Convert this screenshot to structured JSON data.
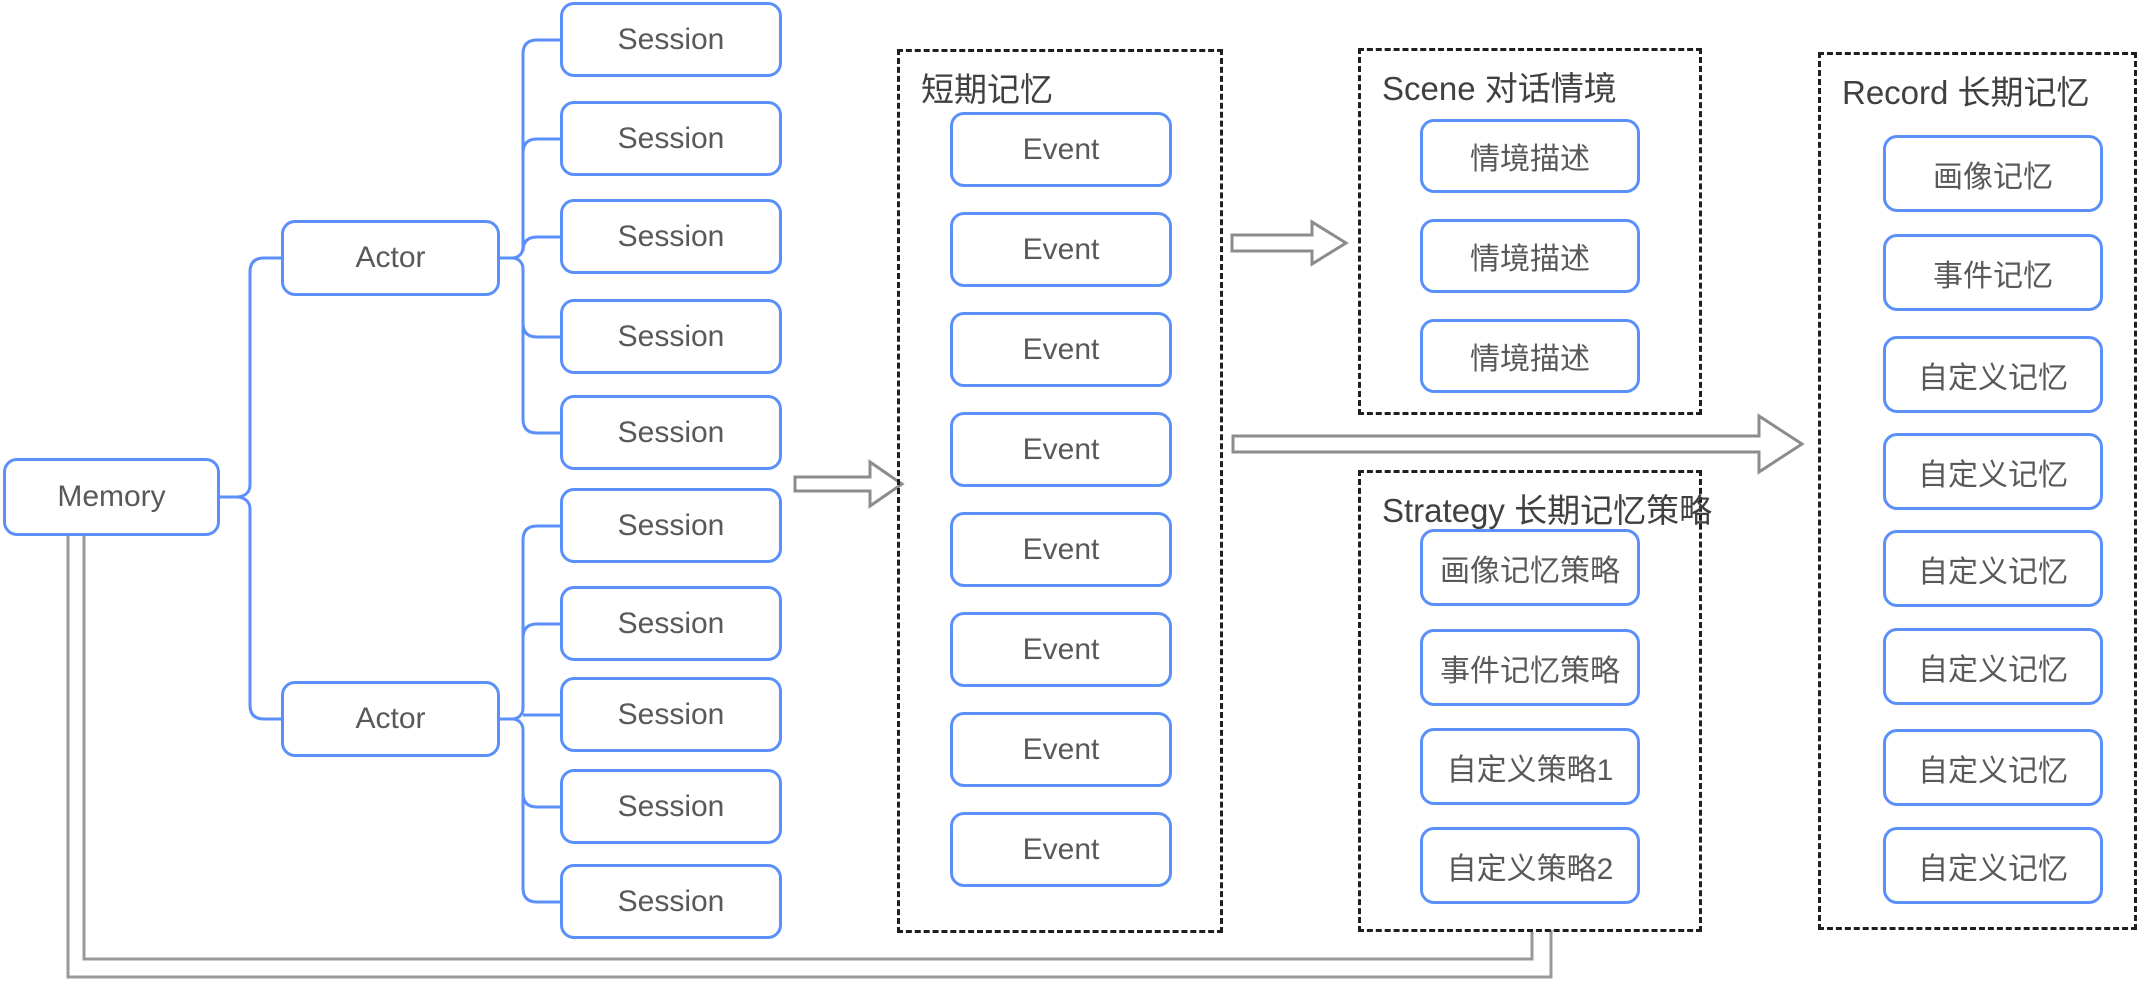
{
  "diagram": {
    "memory": {
      "label": "Memory"
    },
    "actors": [
      {
        "label": "Actor"
      },
      {
        "label": "Actor"
      }
    ],
    "sessions": [
      "Session",
      "Session",
      "Session",
      "Session",
      "Session",
      "Session",
      "Session",
      "Session",
      "Session",
      "Session"
    ],
    "short_term": {
      "title": "短期记忆",
      "events": [
        "Event",
        "Event",
        "Event",
        "Event",
        "Event",
        "Event",
        "Event",
        "Event"
      ]
    },
    "scene": {
      "title": "Scene 对话情境",
      "items": [
        "情境描述",
        "情境描述",
        "情境描述"
      ]
    },
    "strategy": {
      "title": "Strategy 长期记忆策略",
      "items": [
        "画像记忆策略",
        "事件记忆策略",
        "自定义策略1",
        "自定义策略2"
      ]
    },
    "record": {
      "title": "Record 长期记忆",
      "items": [
        "画像记忆",
        "事件记忆",
        "自定义记忆",
        "自定义记忆",
        "自定义记忆",
        "自定义记忆",
        "自定义记忆",
        "自定义记忆"
      ]
    },
    "colors": {
      "node_border": "#5B8FF9",
      "node_text": "#595959",
      "connector_blue": "#5B8FF9",
      "connector_gray": "#999999",
      "arrow_stroke": "#8C8C8C",
      "container_border": "#1F1F1F",
      "container_title": "#404040"
    }
  }
}
